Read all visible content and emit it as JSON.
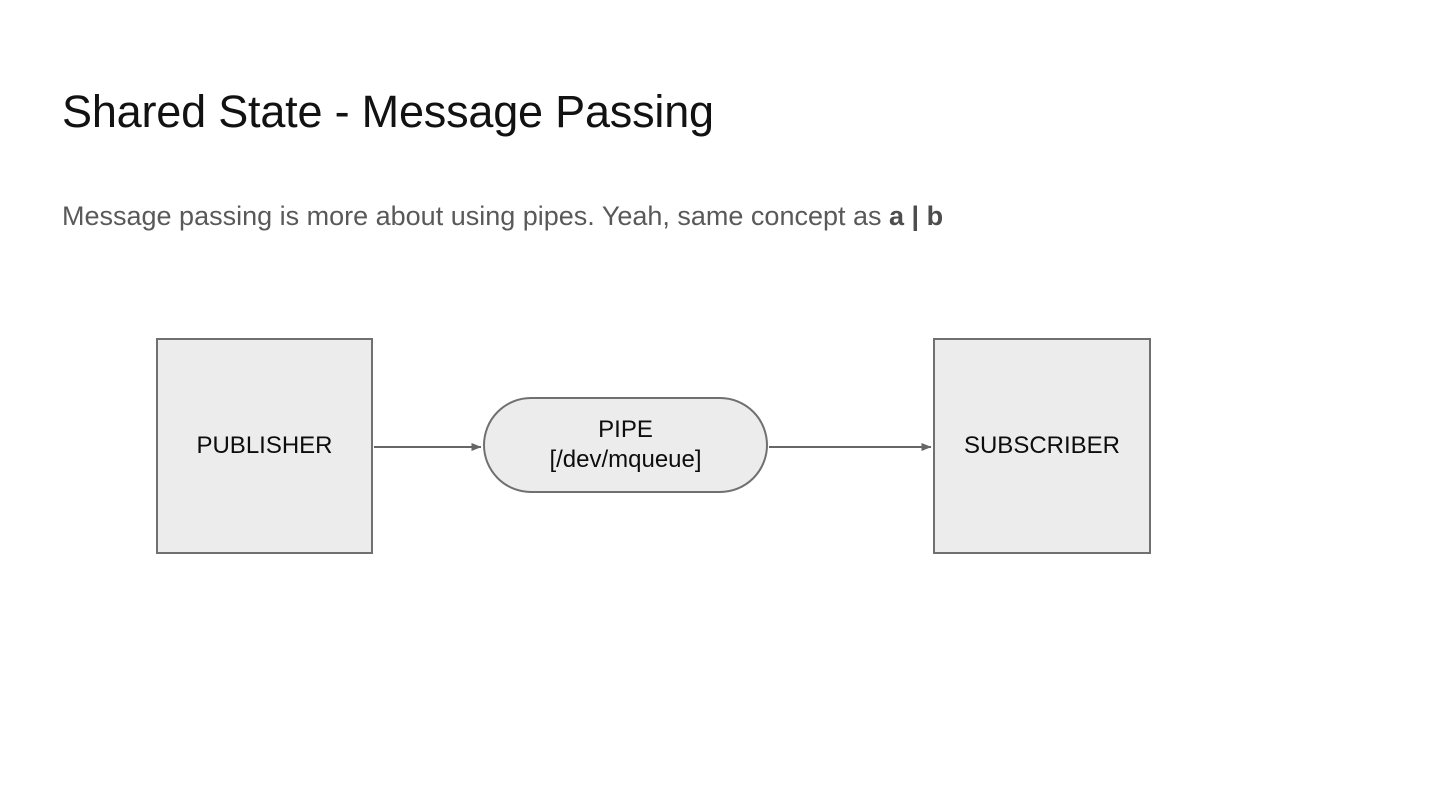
{
  "slide": {
    "title": "Shared State - Message Passing",
    "subtitle": {
      "lead": "Message passing is more about using pipes. Yeah, same concept as ",
      "emphasis": "a | b"
    },
    "background_color": "#ffffff",
    "title_color": "#121212",
    "subtitle_color": "#595959"
  },
  "diagram": {
    "node_fill": "#ececec",
    "node_border": "#707070",
    "edge_color": "#666666",
    "nodes": [
      {
        "id": "publisher",
        "label": "PUBLISHER",
        "shape": "rectangle"
      },
      {
        "id": "pipe",
        "label_line1": "PIPE",
        "label_line2": "[/dev/mqueue]",
        "shape": "stadium"
      },
      {
        "id": "subscriber",
        "label": "SUBSCRIBER",
        "shape": "rectangle"
      }
    ],
    "edges": [
      {
        "id": "publisher-to-pipe",
        "from": "publisher",
        "to": "pipe",
        "arrow": "arrowhead-icon"
      },
      {
        "id": "pipe-to-subscriber",
        "from": "pipe",
        "to": "subscriber",
        "arrow": "arrowhead-icon"
      }
    ]
  }
}
